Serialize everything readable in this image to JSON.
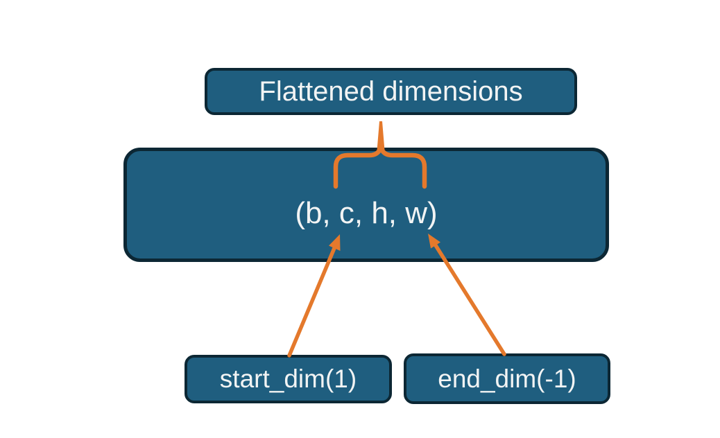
{
  "colors": {
    "background": "#ffffff",
    "box_fill": "#1F5E7F",
    "box_border": "#0C2734",
    "accent": "#E4792C",
    "text": "#F2F4F4"
  },
  "diagram": {
    "title_box": {
      "label": "Flattened dimensions"
    },
    "tensor_box": {
      "label": "(b, c, h, w)"
    },
    "start_dim_box": {
      "label": "start_dim(1)"
    },
    "end_dim_box": {
      "label": "end_dim(-1)"
    }
  },
  "annotations": {
    "brace": "curly-brace-over-c-h",
    "connector": "brace-to-title-connector",
    "left_arrow": "start-dim-arrow",
    "right_arrow": "end-dim-arrow"
  }
}
